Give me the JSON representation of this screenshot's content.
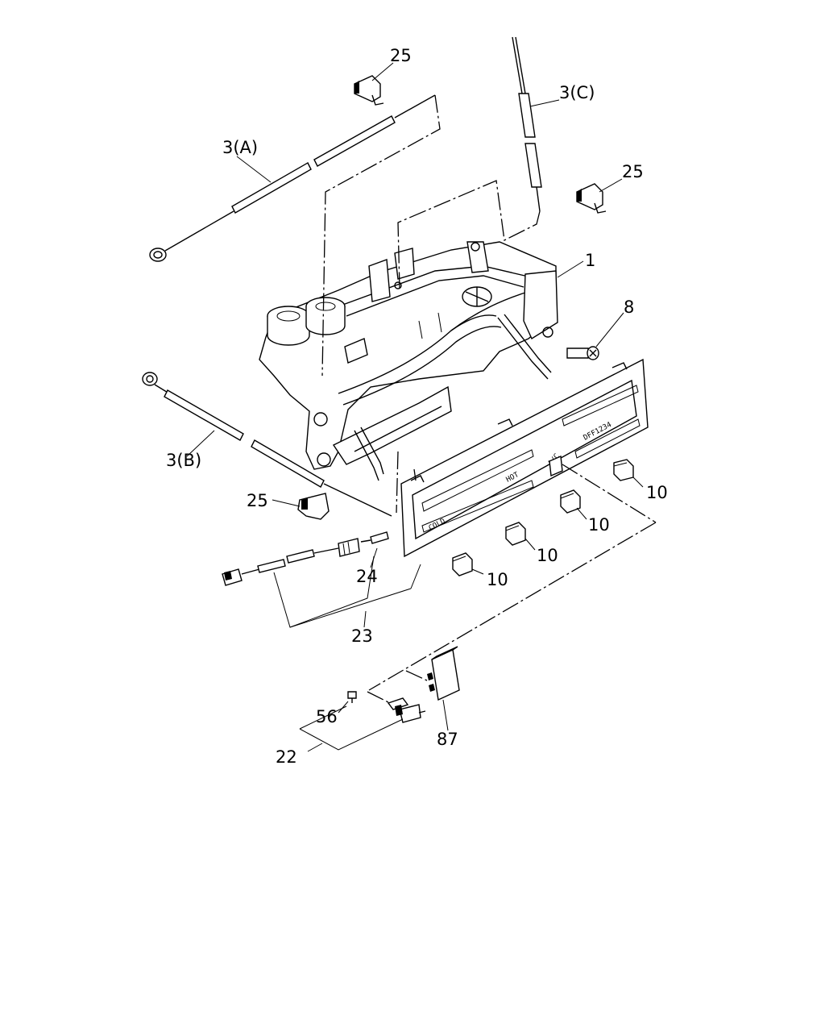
{
  "callouts": {
    "c25a": "25",
    "c3a": "3(A)",
    "c3c": "3(C)",
    "c25b": "25",
    "c1": "1",
    "c8": "8",
    "c3b": "3(B)",
    "c25c": "25",
    "c10a": "10",
    "c10b": "10",
    "c10c": "10",
    "c10d": "10",
    "c24": "24",
    "c23": "23",
    "c56": "56",
    "c22": "22",
    "c87": "87"
  },
  "panel_text": {
    "cold": "COLD",
    "hot": "HOT",
    "ac": "A/C",
    "code": "DFF1234"
  }
}
